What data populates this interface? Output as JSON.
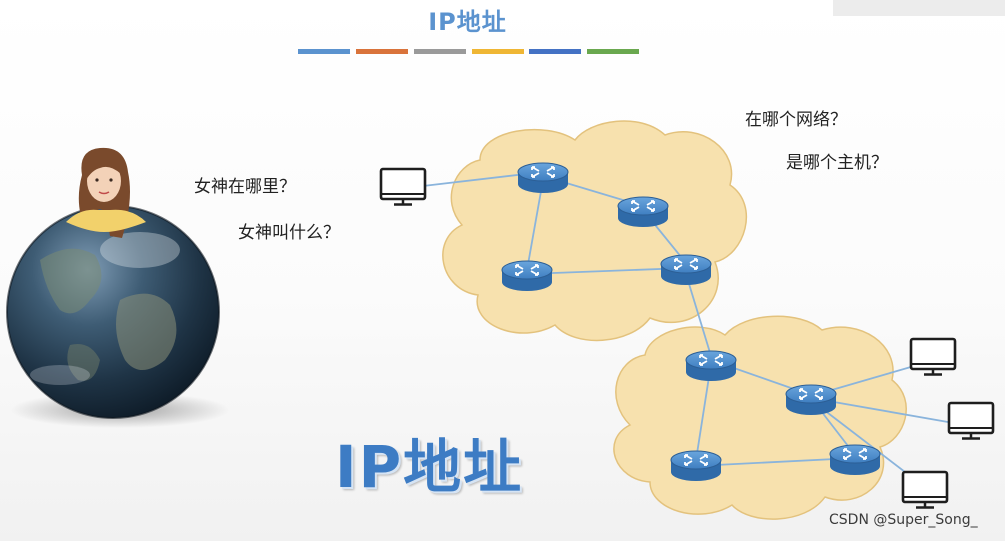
{
  "slide": {
    "title": "IP地址",
    "accent_colors": [
      "#5b93cf",
      "#d9733b",
      "#9a9a9a",
      "#efb634",
      "#4472c4",
      "#6aa84f"
    ]
  },
  "questions": {
    "left": [
      "女神在哪里？",
      "女神叫什么？"
    ],
    "right": [
      "在哪个网络？",
      "是哪个主机？"
    ]
  },
  "big_title": "IP地址",
  "watermark": "CSDN @Super_Song_",
  "figures": {
    "globe": "earth-globe",
    "person": "woman-avatar",
    "clouds": [
      "network-cloud-top",
      "network-cloud-bottom"
    ],
    "router_icon": "router-icon",
    "computer_icon": "computer-monitor-icon"
  },
  "colors": {
    "cloud_fill": "#f7e1ae",
    "cloud_stroke": "#e3c27d",
    "router_blue": "#3f7fc1",
    "link_line": "#8ab4dc"
  }
}
